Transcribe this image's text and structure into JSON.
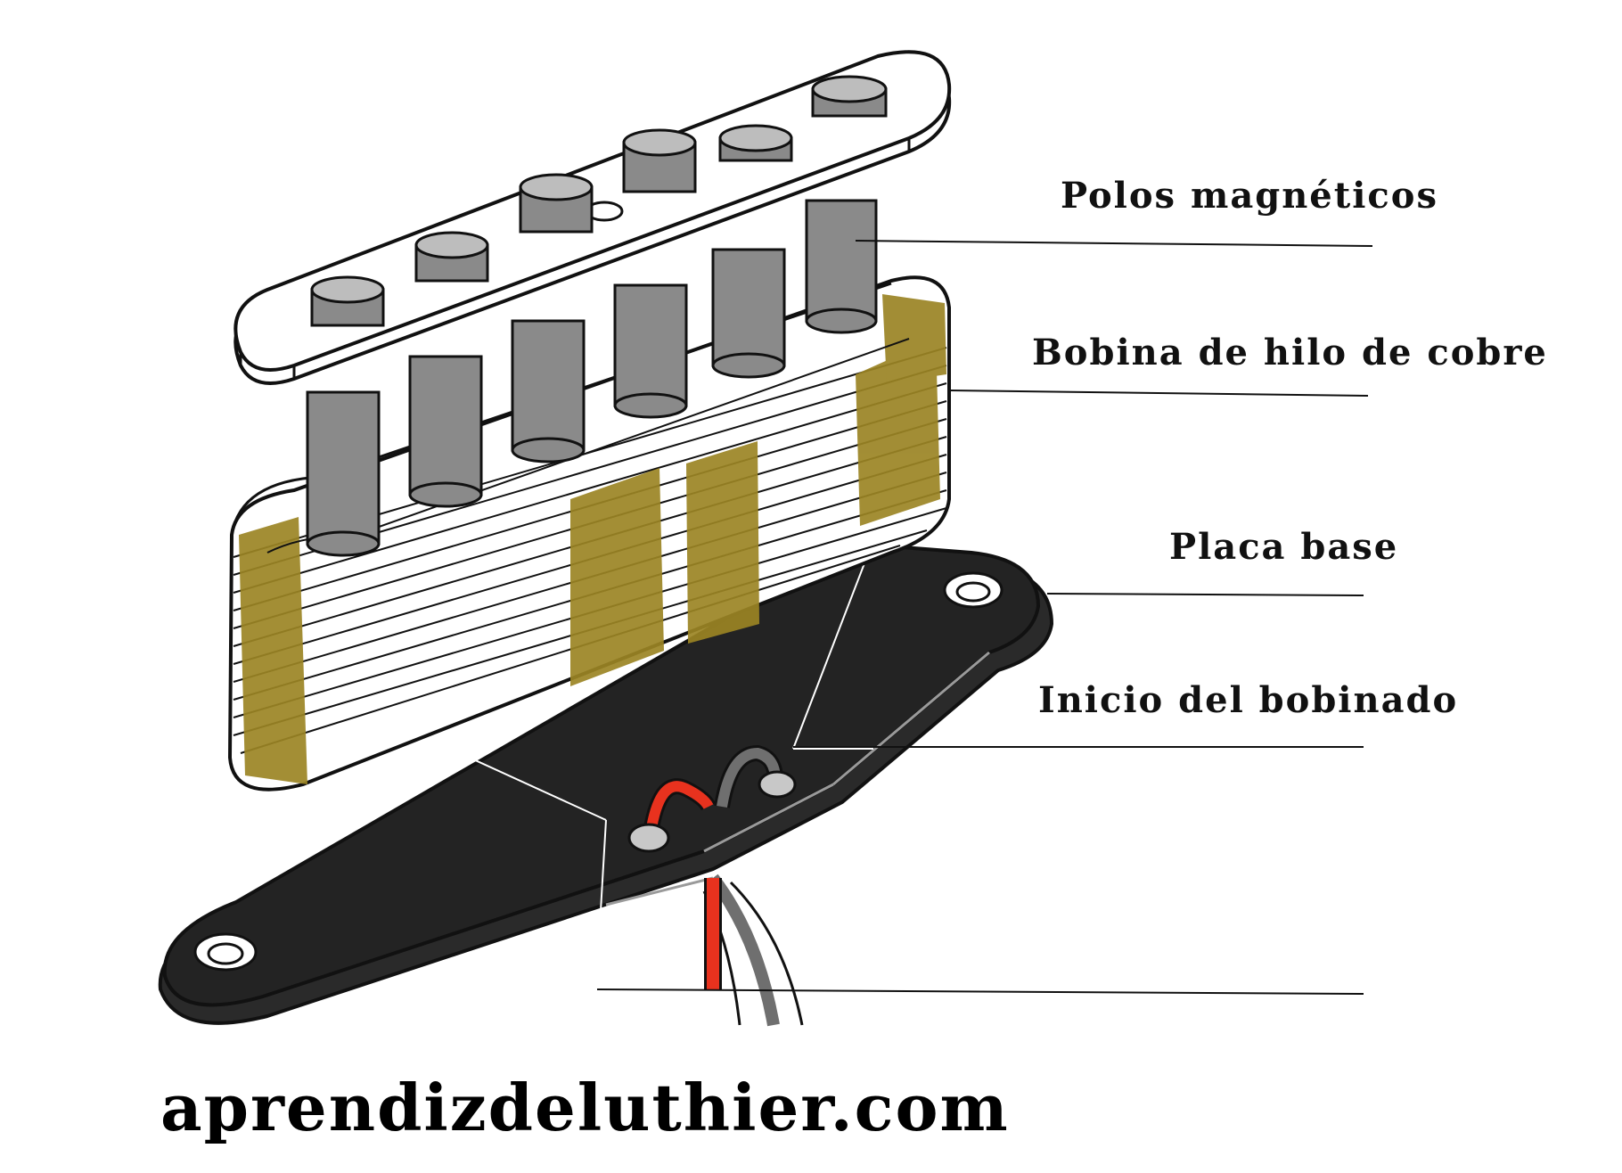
{
  "labels": {
    "pole_pieces": "Polos magnéticos",
    "coil": "Bobina de hilo de cobre",
    "base_plate": "Placa base",
    "winding_start": "Inicio del bobinado"
  },
  "website": "aprendizdeluthier.com",
  "colors": {
    "copper_wire": "#9b8424",
    "pole_piece": "#8a8a8a",
    "base_plate": "#232323",
    "red_wire": "#e8321e",
    "gray_wire": "#6f6f6f",
    "outline": "#111111"
  }
}
